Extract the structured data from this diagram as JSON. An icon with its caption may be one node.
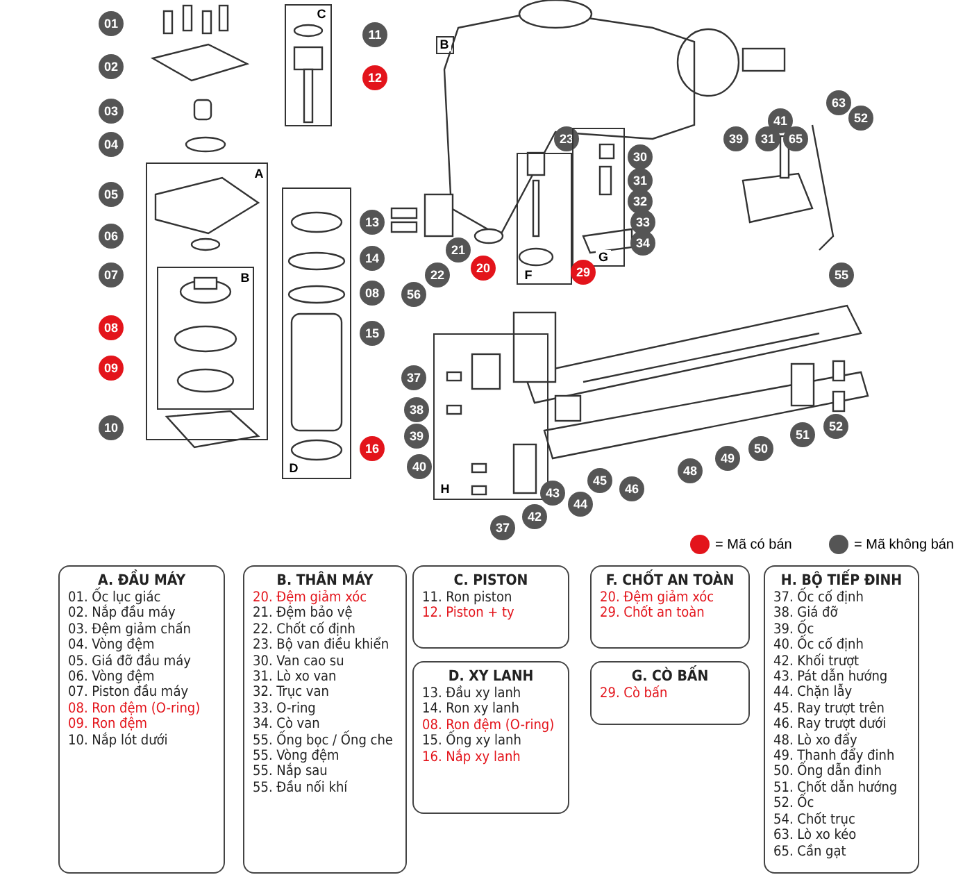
{
  "diagram": {
    "nodes": [
      {
        "text": [
          "01"
        ]
      },
      {
        "text": [
          "02"
        ]
      },
      {
        "text": [
          "03"
        ]
      },
      {
        "text": [
          "04"
        ]
      },
      {
        "text": [
          "05"
        ]
      },
      {
        "text": [
          "06"
        ]
      },
      {
        "text": [
          "07"
        ]
      },
      {
        "text": [
          "08"
        ]
      },
      {
        "text": [
          "09"
        ]
      },
      {
        "text": [
          "10"
        ]
      },
      {
        "text": [
          "A"
        ]
      },
      {
        "text": [
          "B"
        ],
        "in": 10
      },
      {
        "text": [
          "C"
        ]
      },
      {
        "text": [
          "11"
        ]
      },
      {
        "text": [
          "12"
        ]
      },
      {
        "text": [
          "D"
        ]
      },
      {
        "text": [
          "13"
        ]
      },
      {
        "text": [
          "14"
        ]
      },
      {
        "text": [
          "08"
        ]
      },
      {
        "text": [
          "15"
        ]
      },
      {
        "text": [
          "16"
        ]
      },
      {
        "text": [
          "B"
        ]
      },
      {
        "text": [
          "23"
        ]
      },
      {
        "text": [
          "30"
        ]
      },
      {
        "text": [
          "31"
        ]
      },
      {
        "text": [
          "32"
        ]
      },
      {
        "text": [
          "33"
        ]
      },
      {
        "text": [
          "34"
        ]
      },
      {
        "text": [
          "F"
        ]
      },
      {
        "text": [
          "G"
        ]
      },
      {
        "text": [
          "21"
        ]
      },
      {
        "text": [
          "20"
        ]
      },
      {
        "text": [
          "22"
        ]
      },
      {
        "text": [
          "56"
        ]
      },
      {
        "text": [
          "29"
        ]
      },
      {
        "text": [
          "39"
        ]
      },
      {
        "text": [
          "41"
        ]
      },
      {
        "text": [
          "31"
        ]
      },
      {
        "text": [
          "65"
        ]
      },
      {
        "text": [
          "63"
        ]
      },
      {
        "text": [
          "52"
        ]
      },
      {
        "text": [
          "55"
        ]
      },
      {
        "text": [
          "H"
        ]
      },
      {
        "text": [
          "37"
        ]
      },
      {
        "text": [
          "38"
        ]
      },
      {
        "text": [
          "39"
        ]
      },
      {
        "text": [
          "40"
        ]
      },
      {
        "text": [
          "43"
        ]
      },
      {
        "text": [
          "42"
        ]
      },
      {
        "text": [
          "37"
        ]
      },
      {
        "text": [
          "44"
        ]
      },
      {
        "text": [
          "45"
        ]
      },
      {
        "text": [
          "46"
        ]
      },
      {
        "text": [
          "48"
        ]
      },
      {
        "text": [
          "49"
        ]
      },
      {
        "text": [
          "50"
        ]
      },
      {
        "text": [
          "51"
        ]
      },
      {
        "text": [
          "52"
        ]
      },
      {
        "text": [
          "A.  ĐẦU MÁY",
          "01. Ốc lục giác",
          "02. Nắp đầu máy",
          "03. Đệm giảm chấn",
          "04. Vòng đệm",
          "05. Giá đỡ đầu máy",
          "06. Vòng đệm",
          "07. Piston đầu máy",
          "08. Ron đệm (O-ring)",
          "09. Ron đệm",
          "10. Nắp lót dưới"
        ]
      },
      {
        "text": [
          "B.  THÂN MÁY",
          "20. Đệm giảm xóc",
          "21. Đệm bảo vệ",
          "22. Chốt cố định",
          "23. Bộ van điều khiển",
          "30. Van cao su",
          "31. Lò xo van",
          "32. Trục van",
          "33. O-ring",
          "34. Cò van",
          "55. Ống bọc / Ống che",
          "55. Vòng đệm",
          "55. Nắp sau",
          "55. Đầu nối khí"
        ]
      },
      {
        "text": [
          "C.  PISTON",
          "11. Ron piston",
          "12. Piston + ty"
        ]
      },
      {
        "text": [
          "D.  XY LANH",
          "13. Đầu xy lanh",
          "14. Ron xy lanh",
          "08. Ron đệm (O-ring)",
          "15. Ống xy lanh",
          "16. Nắp xy lanh"
        ]
      },
      {
        "text": [
          "F.  CHỐT AN TOÀN",
          "20. Đệm giảm xóc",
          "29. Chốt an toàn"
        ]
      },
      {
        "text": [
          "G.  CÒ BẤN",
          "29. Cò bấn"
        ]
      },
      {
        "text": [
          "H.  BỘ TIẾP ĐINH",
          "37. Ốc cố định",
          "38. Giá đỡ",
          "39. Ốc",
          "40. Ốc cố định",
          "42. Khối trượt",
          "43. Pát dẫn hướng",
          "44. Chặn lẫy",
          "45. Ray trượt trên",
          "46. Ray trượt dưới",
          "48. Lò xo đẩy",
          "49. Thanh đẩy đinh",
          "50. Ống dẫn đinh",
          "51. Chốt dẫn hướng",
          "52. Ốc",
          "54. Chốt trục",
          "63. Lò xo kéo",
          "65. Cần gạt"
        ]
      }
    ],
    "legend": [
      {
        "text": "= Mã có bán",
        "color": "#e3141b"
      },
      {
        "text": "= Mã không bán",
        "color": "#555555"
      }
    ]
  }
}
